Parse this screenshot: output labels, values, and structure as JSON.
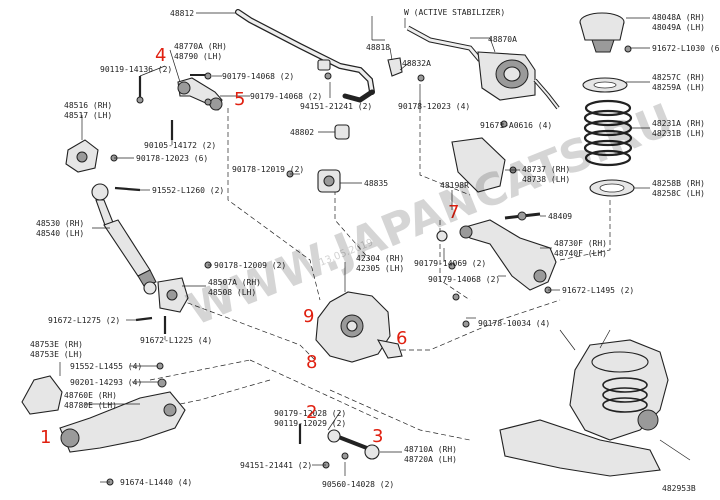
{
  "labels": {
    "l48812": "48812",
    "active_stab": "W (ACTIVE STABILIZER)",
    "l48818": "48818",
    "l48832a": "48832A",
    "l48870a": "48870A",
    "l48048a": "48048A (RH)",
    "l48049a": "48049A (LH)",
    "l91672_11030": "91672-L1030 (6)",
    "l48770a": "48770A (RH)",
    "l48790": "48790 (LH)",
    "l90119_14136": "90119-14136 (2)",
    "l90179_14068a": "90179-14068 (2)",
    "l90179_14068b": "90179-14068 (2)",
    "l94151_21241": "94151-21241 (2)",
    "l90178_12023_4": "90178-12023 (4)",
    "l48257c": "48257C (RH)",
    "l48259a": "48259A (LH)",
    "l48516": "48516 (RH)",
    "l48517": "48517 (LH)",
    "l90105_14172": "90105-14172 (2)",
    "l48802": "48802",
    "l91671_a0616": "91671-A0616 (4)",
    "l48231a": "48231A (RH)",
    "l48231b": "48231B (LH)",
    "l90178_12023_6": "90178-12023 (6)",
    "l90178_12019": "90178-12019 (2)",
    "l48835": "48835",
    "l48737": "48737 (RH)",
    "l48738": "48738 (LH)",
    "l48258b": "48258B (RH)",
    "l48258c": "48258C (LH)",
    "l91552_11260": "91552-L1260 (2)",
    "l48198r": "48198R",
    "l48409": "48409",
    "l48530": "48530 (RH)",
    "l48540": "48540 (LH)",
    "l48730f": "48730F (RH)",
    "l48740f": "48740F (LH)",
    "l90178_12009": "90178-12009 (2)",
    "l42304": "42304 (RH)",
    "l42305": "42305 (LH)",
    "l90179_14069": "90179-14069 (2)",
    "l48507a": "48507A (RH)",
    "l48508": "48508 (LH)",
    "l90179_14068c": "90179-14068 (2)",
    "l91672_11495": "91672-L1495 (2)",
    "l91672_11275": "91672-L1275 (2)",
    "l90178_10034": "90178-10034 (4)",
    "l91672_11225": "91672-L1225 (4)",
    "l48753e": "48753E (RH)",
    "l48753f": "48753E (LH)",
    "l91552_11455": "91552-L1455 (4)",
    "l90201_14293": "90201-14293 (4)",
    "l48760e": "48760E (RH)",
    "l48780e": "48780E (LH)",
    "l90179_12028": "90179-12028 (2)",
    "l90119_12029": "90119-12029 (2)",
    "l48710a": "48710A (RH)",
    "l48720a": "48720A (LH)",
    "l94151_21441": "94151-21441 (2)",
    "l91674_11440": "91674-L1440 (4)",
    "l90560_14028": "90560-14028 (2)",
    "fig_no": "482953B"
  },
  "callouts": {
    "c1": "1",
    "c2": "2",
    "c3": "3",
    "c4": "4",
    "c5": "5",
    "c6": "6",
    "c7": "7",
    "c8": "8",
    "c9": "9"
  },
  "watermark": {
    "text": "WWW.JAPANCATS.RU",
    "date": "13.05.2019"
  },
  "colors": {
    "callout": "#e02010",
    "line": "#222222"
  }
}
